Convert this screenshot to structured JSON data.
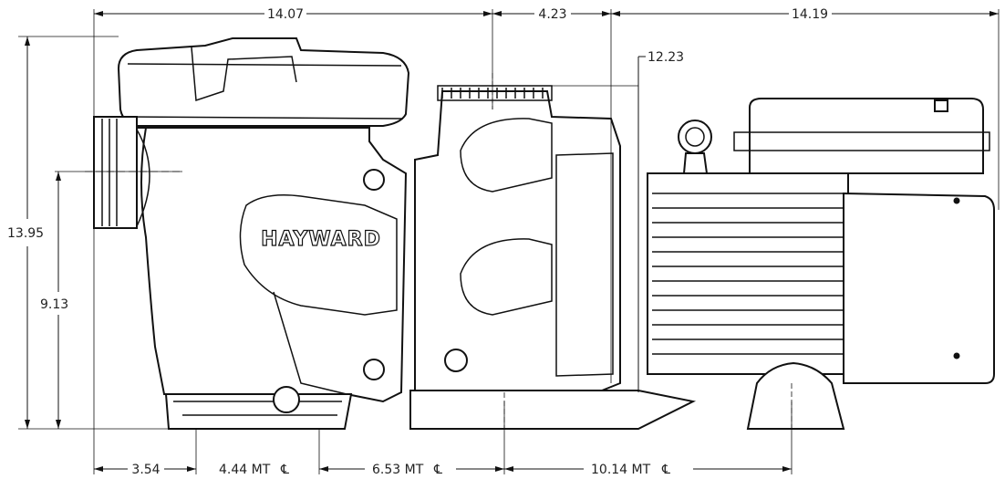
{
  "brand": "HAYWARD",
  "dimensions": {
    "overall_length_left": "14.07",
    "center_span": "4.23",
    "overall_length_right": "14.19",
    "height_to_outlet": "12.23",
    "overall_height": "13.95",
    "inlet_height": "9.13",
    "foot_offset": "3.54",
    "mount_1": "4.44 MT",
    "mount_2": "6.53 MT",
    "mount_3": "10.14 MT",
    "centerline_symbol": "℄"
  }
}
